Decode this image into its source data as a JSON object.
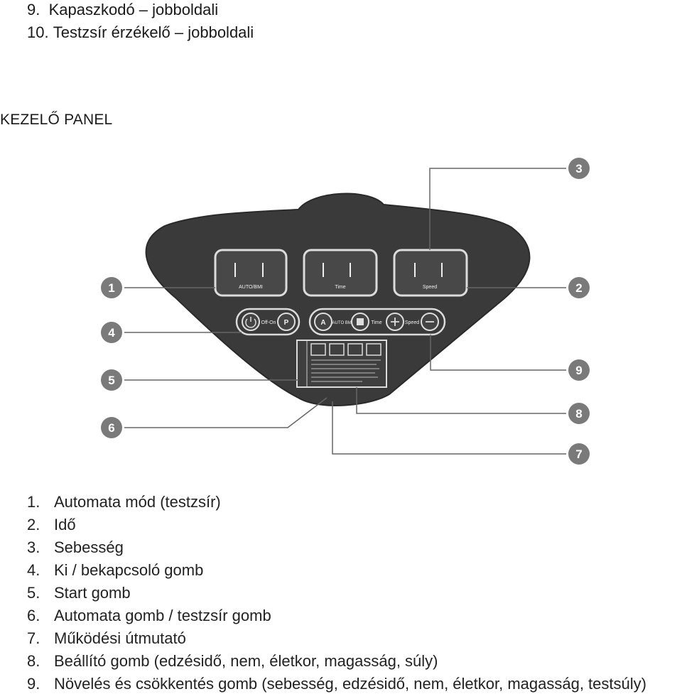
{
  "top_list": [
    {
      "num": "9.",
      "text": "Kapaszkodó – jobboldali"
    },
    {
      "num": "10.",
      "text": "Testzsír érzékelő – jobboldali"
    }
  ],
  "section_heading": "KEZELŐ PANEL",
  "panel": {
    "display_labels": [
      "AUTO/BMI",
      "Time",
      "Speed"
    ],
    "button_labels": {
      "onoff": "Off-On",
      "auto": "AUTO BMI",
      "time": "Time",
      "speed": "Speed"
    },
    "callouts": [
      "1",
      "2",
      "3",
      "4",
      "5",
      "6",
      "7",
      "8",
      "9"
    ]
  },
  "legend": [
    {
      "num": "1.",
      "text": "Automata mód (testzsír)"
    },
    {
      "num": "2.",
      "text": "Idő"
    },
    {
      "num": "3.",
      "text": "Sebesség"
    },
    {
      "num": "4.",
      "text": "Ki / bekapcsoló gomb"
    },
    {
      "num": "5.",
      "text": "Start gomb"
    },
    {
      "num": "6.",
      "text": "Automata gomb / testzsír gomb"
    },
    {
      "num": "7.",
      "text": "Működési útmutató"
    },
    {
      "num": "8.",
      "text": "Beállító gomb (edzésidő, nem, életkor, magasság, súly)"
    },
    {
      "num": "9.",
      "text": "Növelés és csökkentés gomb (sebesség, edzésidő, nem, életkor, magasság, testsúly)"
    }
  ]
}
